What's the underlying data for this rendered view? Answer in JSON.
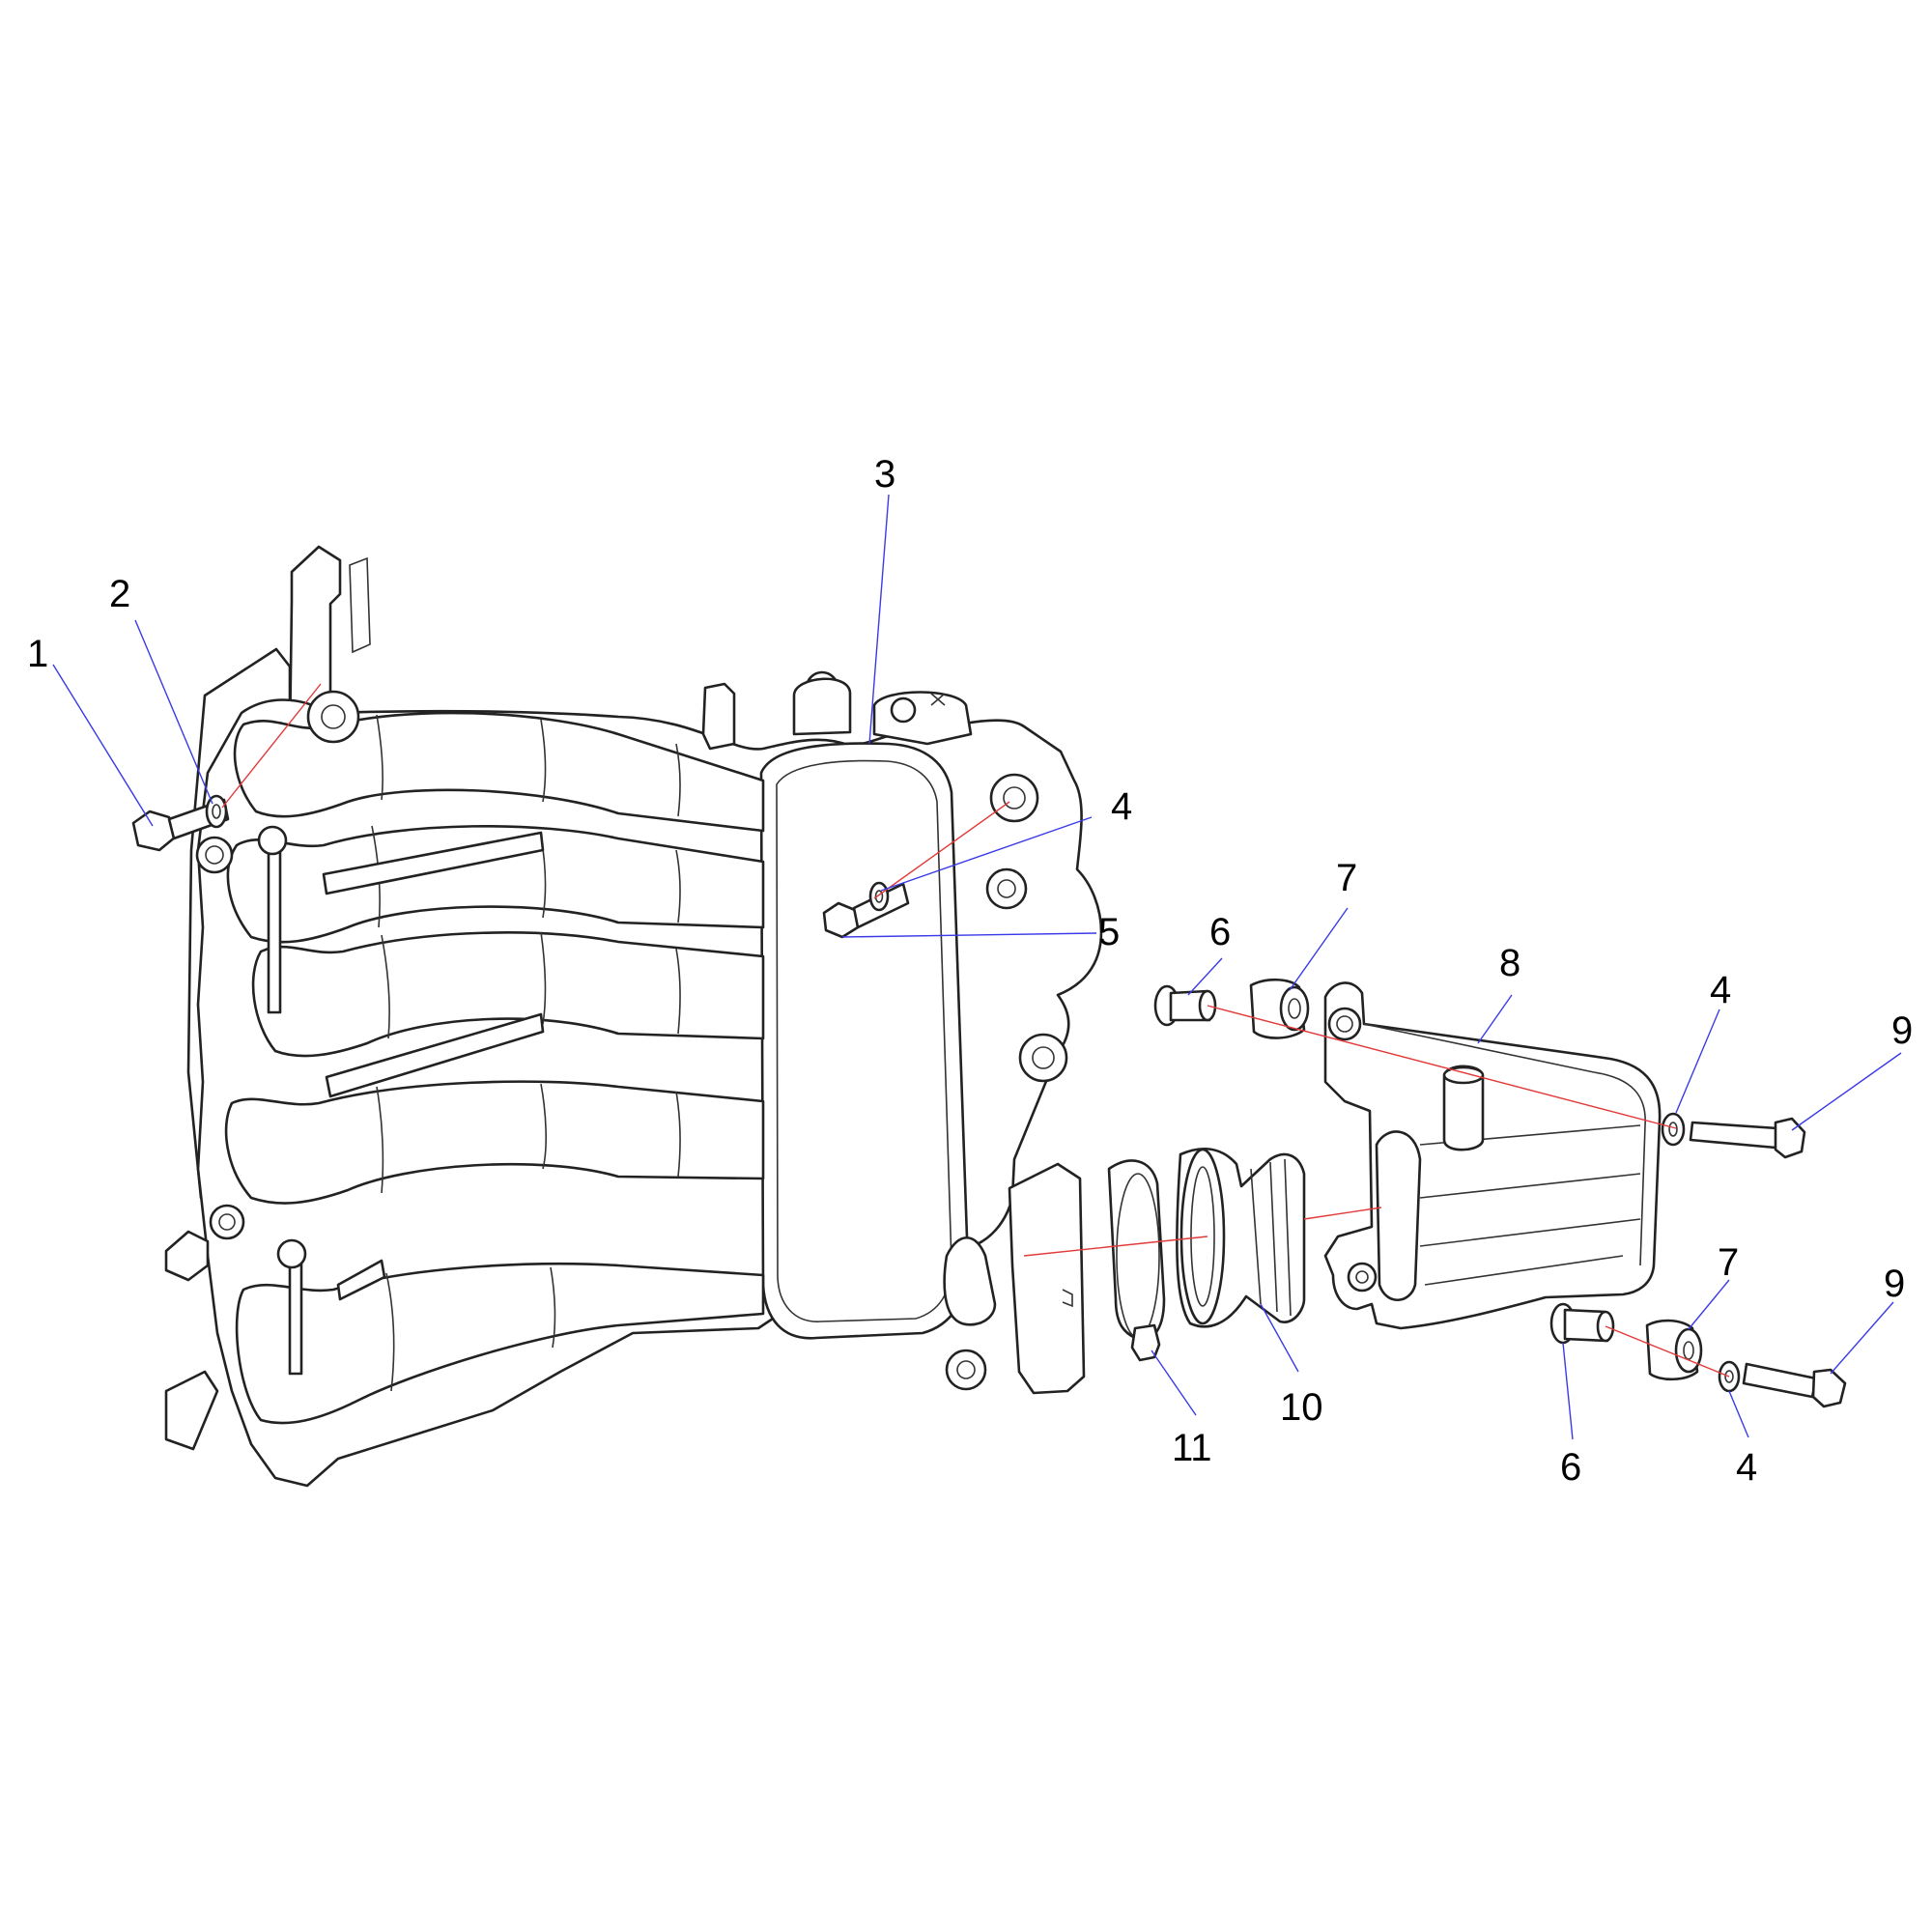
{
  "diagram": {
    "callouts": [
      {
        "id": "c1",
        "text": "1"
      },
      {
        "id": "c2",
        "text": "2"
      },
      {
        "id": "c3",
        "text": "3"
      },
      {
        "id": "c4a",
        "text": "4"
      },
      {
        "id": "c5",
        "text": "5"
      },
      {
        "id": "c6a",
        "text": "6"
      },
      {
        "id": "c7a",
        "text": "7"
      },
      {
        "id": "c8",
        "text": "8"
      },
      {
        "id": "c4b",
        "text": "4"
      },
      {
        "id": "c9a",
        "text": "9"
      },
      {
        "id": "c7b",
        "text": "7"
      },
      {
        "id": "c9b",
        "text": "9"
      },
      {
        "id": "c11",
        "text": "11"
      },
      {
        "id": "c10",
        "text": "10"
      },
      {
        "id": "c6b",
        "text": "6"
      },
      {
        "id": "c4c",
        "text": "4"
      }
    ]
  }
}
